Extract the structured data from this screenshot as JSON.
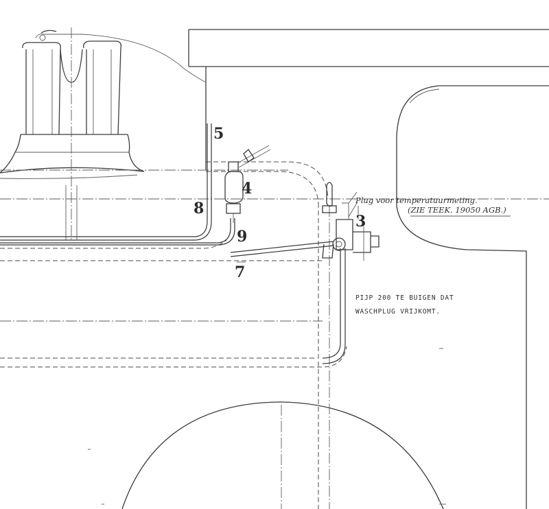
{
  "drawing": {
    "part_numbers": [
      "5",
      "4",
      "8",
      "9",
      "3",
      "7"
    ],
    "note_plug_line1": "Plug voor temperatuurmeting.",
    "note_plug_line2": "(ZIE TEEK. 19050 AGB.)",
    "note_pipe_line1": "PIJP 200 TE BUIGEN DAT",
    "note_pipe_line2": "WASCHPLUG VRIJKOMT."
  }
}
